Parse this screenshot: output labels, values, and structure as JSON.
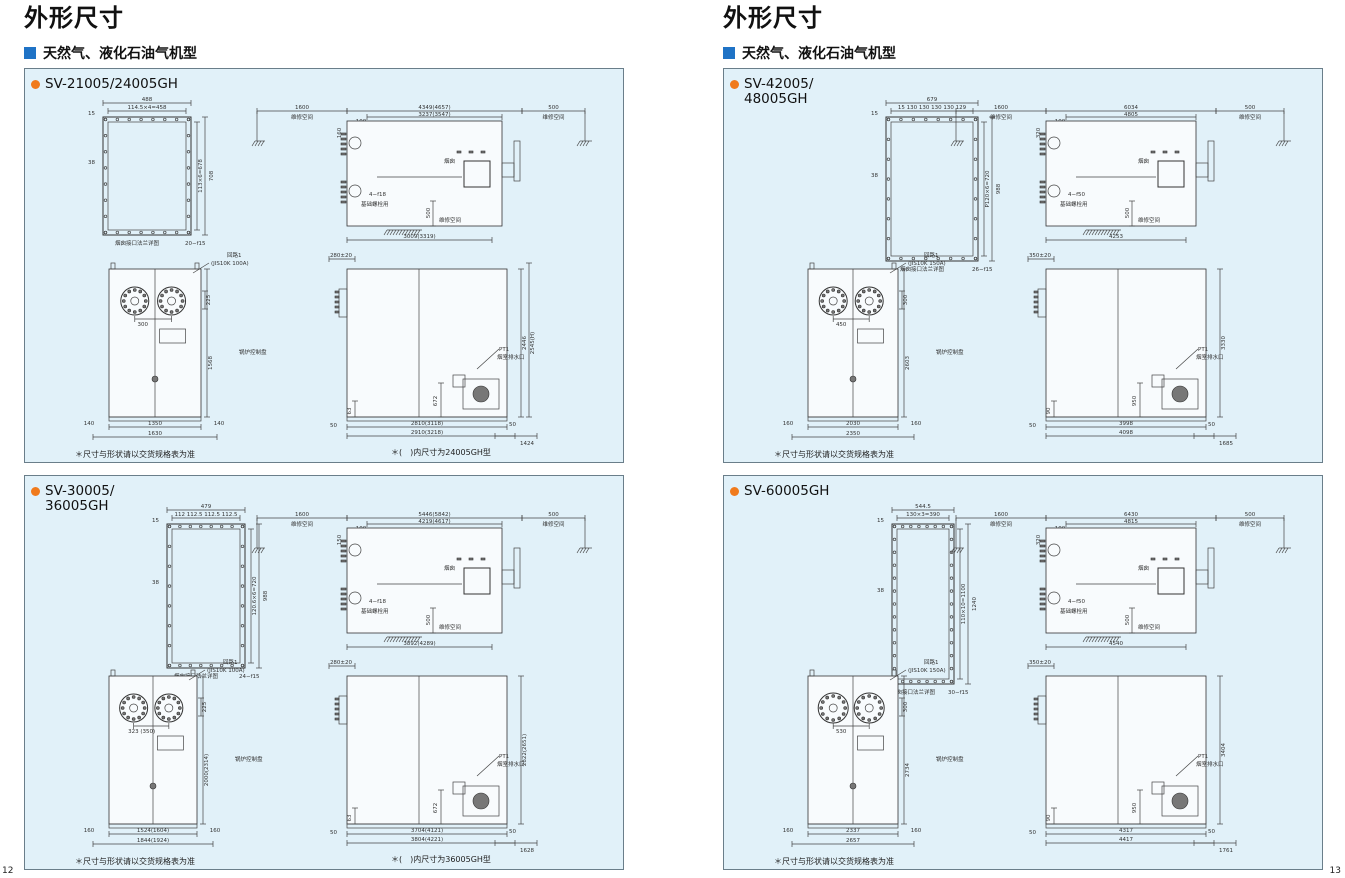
{
  "pages": [
    {
      "title": "外形尺寸",
      "section": "天然气、液化石油气机型",
      "page_number": "12",
      "panels": [
        {
          "model": "SV-21005/24005GH",
          "note_left": "＊尺寸与形状请以交货规格表为准",
          "note_right": "＊(　)内尺寸为24005GH型",
          "labels": {
            "flange_w": "488",
            "flange_pitch": "114.5×4=458",
            "flange_h": "708",
            "flange_vpitch": "113×6=678",
            "flange_edge": "15",
            "flange_side": "38",
            "flange_bolts": "20−f15",
            "flange_caption": "烟囱接口法兰详图",
            "maint_left": "1600",
            "maint_label": "维修空间",
            "top_len": "4349(4657)",
            "top_inner": "3237(3547)",
            "maint_right": "500",
            "chimney": "烟囱",
            "anchor": "4−f18",
            "anchor_label": "基础螺栓用",
            "base_len": "3009(3319)",
            "front_gap": "500",
            "front_label": "维修空间",
            "top_w": "100",
            "top_h": "160",
            "front_w1": "1350",
            "front_w2": "1630",
            "front_side": "140",
            "front_h": "1568",
            "burner_pitch": "300",
            "burner_gap": "225",
            "return_pipe": "回路1",
            "jis": "(JIS10K 100A)",
            "panel": "锅炉控制盘",
            "side_w1": "2810(3118)",
            "side_w2": "2910(3218)",
            "side_h1": "2446",
            "side_h2": "2545(H)",
            "side_top": "280±20",
            "pt": "PT1",
            "drain": "烟室排水口",
            "burner_h": "672",
            "base_h": "63",
            "side_gap": "50",
            "side_gap2": "50",
            "side_burner": "1424"
          }
        },
        {
          "model": "SV-30005/\n36005GH",
          "note_left": "＊尺寸与形状请以交货规格表为准",
          "note_right": "＊(　)内尺寸为36005GH型",
          "labels": {
            "flange_w": "479",
            "flange_pitch": "112 112.5 112.5 112.5",
            "flange_h": "988",
            "flange_vpitch": "120.6×6=720",
            "flange_edge": "15",
            "flange_side": "38",
            "flange_bolts": "24−f15",
            "flange_caption": "烟囱接口法兰详图",
            "maint_left": "1600",
            "maint_label": "维修空间",
            "top_len": "5446(5842)",
            "top_inner": "4219(4617)",
            "maint_right": "500",
            "chimney": "烟囱",
            "anchor": "4−f18",
            "anchor_label": "基础螺栓用",
            "base_len": "3892(4289)",
            "front_gap": "500",
            "front_label": "维修空间",
            "top_w": "100",
            "top_h": "150",
            "front_w1": "1524(1604)",
            "front_w2": "1844(1924)",
            "front_side": "160",
            "front_h": "2000(2314)",
            "burner_pitch": "323\n(350)",
            "burner_gap": "225",
            "return_pipe": "回路1",
            "jis": "(JIS10K 100A)",
            "panel": "锅炉控制盘",
            "side_w1": "3704(4121)",
            "side_w2": "3804(4221)",
            "side_h1": "2822(2651)",
            "side_h2": "",
            "side_top": "280±20",
            "pt": "PT1",
            "drain": "烟室排水口",
            "burner_h": "672",
            "base_h": "63",
            "side_gap": "50",
            "side_gap2": "50",
            "side_burner": "1628"
          }
        }
      ]
    },
    {
      "title": "外形尺寸",
      "section": "天然气、液化石油气机型",
      "page_number": "13",
      "panels": [
        {
          "model": "SV-42005/\n48005GH",
          "note_left": "＊尺寸与形状请以交货规格表为准",
          "note_right": "",
          "labels": {
            "flange_w": "679",
            "flange_pitch": "15 130 130 130 130 129",
            "flange_h": "988",
            "flange_vpitch": "P120×6=720",
            "flange_edge": "15",
            "flange_side": "38",
            "flange_bolts": "26−f15",
            "flange_caption": "烟囱接口法兰详图",
            "maint_left": "1600",
            "maint_label": "维修空间",
            "top_len": "6034",
            "top_inner": "4805",
            "maint_right": "500",
            "chimney": "烟囱",
            "anchor": "4−f50",
            "anchor_label": "基础螺栓用",
            "base_len": "4253",
            "front_gap": "500",
            "front_label": "维修空间",
            "top_w": "100",
            "top_h": "320",
            "front_w1": "2030",
            "front_w2": "2350",
            "front_side": "160",
            "front_h": "2603",
            "burner_pitch": "450",
            "burner_gap": "300",
            "return_pipe": "回路1",
            "jis": "(JIS10K 150A)",
            "panel": "锅炉控制盘",
            "side_w1": "3998",
            "side_w2": "4098",
            "side_h1": "3330",
            "side_h2": "",
            "side_top": "350±20",
            "pt": "PT1",
            "drain": "烟室排水口",
            "burner_h": "950",
            "base_h": "90",
            "side_gap": "50",
            "side_gap2": "50",
            "side_burner": "1685"
          }
        },
        {
          "model": "SV-60005GH",
          "note_left": "＊尺寸与形状请以交货规格表为准",
          "note_right": "",
          "labels": {
            "flange_w": "544.5",
            "flange_pitch": "130×3=390",
            "flange_h": "1240",
            "flange_vpitch": "110×10=1100",
            "flange_edge": "15",
            "flange_side": "38",
            "flange_bolts": "30−f15",
            "flange_caption": "烟囱接口法兰详图",
            "maint_left": "1600",
            "maint_label": "维修空间",
            "top_len": "6430",
            "top_inner": "4815",
            "maint_right": "500",
            "chimney": "烟囱",
            "anchor": "4−f50",
            "anchor_label": "基础螺栓用",
            "base_len": "4540",
            "front_gap": "500",
            "front_label": "维修空间",
            "top_w": "100",
            "top_h": "320",
            "front_w1": "2337",
            "front_w2": "2657",
            "front_side": "160",
            "front_h": "2734",
            "burner_pitch": "530",
            "burner_gap": "300",
            "return_pipe": "回路1",
            "jis": "(JIS10K 150A)",
            "panel": "锅炉控制盘",
            "side_w1": "4317",
            "side_w2": "4417",
            "side_h1": "3404",
            "side_h2": "",
            "side_top": "350±20",
            "pt": "PT1",
            "drain": "烟室排水口",
            "burner_h": "950",
            "base_h": "90",
            "side_gap": "50",
            "side_gap2": "50",
            "side_burner": "1761"
          }
        }
      ]
    }
  ]
}
